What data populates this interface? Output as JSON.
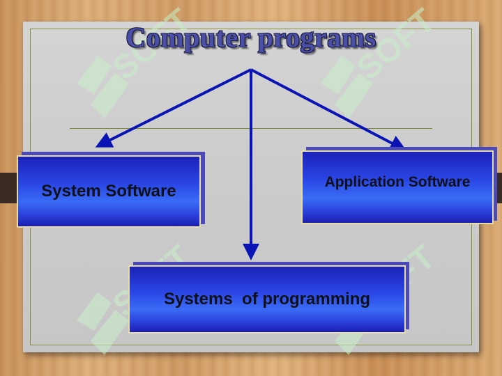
{
  "title": "Computer programs",
  "watermark_text": "SOFT",
  "colors": {
    "arrow": "#0a14b4",
    "box_fill": "#2a47e6",
    "box_border": "#e8dca0",
    "title_fill": "#4a4fa8",
    "watermark": "#c8f0c8"
  },
  "nodes": [
    {
      "id": "system-software",
      "label": "System Software"
    },
    {
      "id": "application-software",
      "label": "Application Software"
    },
    {
      "id": "systems-of-programming",
      "label": "Systems  of programming"
    }
  ],
  "edges": [
    {
      "from": "title",
      "to": "system-software"
    },
    {
      "from": "title",
      "to": "systems-of-programming"
    },
    {
      "from": "title",
      "to": "application-software"
    }
  ]
}
